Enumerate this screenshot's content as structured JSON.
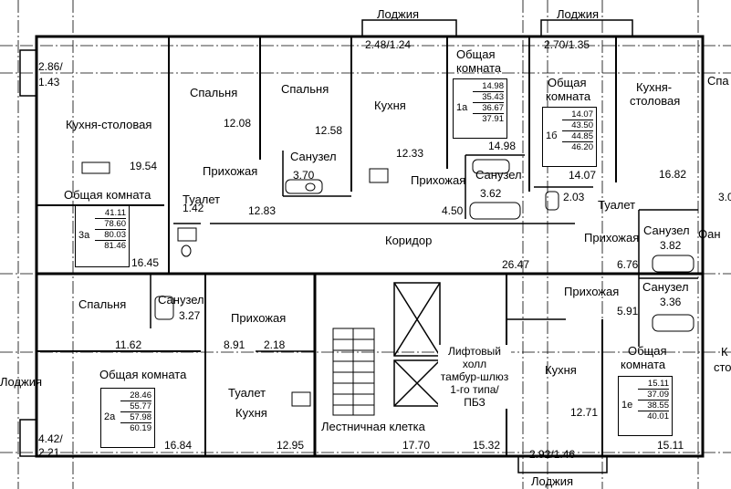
{
  "loggias": {
    "label": "Лоджия",
    "top_left_area": "2.48/1.24",
    "top_right_area": "2.70/1.35",
    "bottom_area": "2.92/1.46",
    "left_top_area_a": "2.86/",
    "left_top_area_b": "1.43",
    "left_bottom_area_a": "4.42/",
    "left_bottom_area_b": "2.21"
  },
  "rooms": {
    "bedroom": "Спальня",
    "kitchen_dining": "Кухня-столовая",
    "kitchen_dining_split_a": "Кухня-",
    "kitchen_dining_split_b": "столовая",
    "kitchen": "Кухня",
    "hall": "Прихожая",
    "bathroom": "Санузел",
    "toilet": "Туалет",
    "living_room": "Общая комната",
    "living_a": "Общая",
    "living_b": "комната",
    "corridor": "Коридор",
    "stair": "Лестничная клетка",
    "lift_lines": [
      "Лифтовый",
      "холл",
      "тамбур-шлюз",
      "1-го типа/",
      "ПБЗ"
    ],
    "edge_spa": "Спа",
    "edge_k": "К",
    "edge_sto": "сто",
    "edge_oan": "Оан"
  },
  "areas": {
    "a1208": "12.08",
    "a1258": "12.58",
    "a1954": "19.54",
    "a370": "3.70",
    "a1233": "12.33",
    "a1498": "14.98",
    "a362": "3.62",
    "a1407": "14.07",
    "a203": "2.03",
    "a1682": "16.82",
    "a1283": "12.83",
    "a450": "4.50",
    "a142": "1.42",
    "a1645": "16.45",
    "a2647": "26.47",
    "a382": "3.82",
    "a676": "6.76",
    "a327": "3.27",
    "a336": "3.36",
    "a591": "5.91",
    "a1162": "11.62",
    "a891": "8.91",
    "a218": "2.18",
    "a1271": "12.71",
    "a1684": "16.84",
    "a1295": "12.95",
    "a1770": "17.70",
    "a1532": "15.32",
    "a1511": "15.11",
    "a30": "3.0"
  },
  "apartments": [
    {
      "code": "1а",
      "values": [
        "14.98",
        "35.43",
        "36.67",
        "37.91"
      ]
    },
    {
      "code": "1б",
      "values": [
        "14.07",
        "43.50",
        "44.85",
        "46.20"
      ]
    },
    {
      "code": "3а",
      "values": [
        "41.11",
        "78.60",
        "80.03",
        "81.46"
      ]
    },
    {
      "code": "2а",
      "values": [
        "28.46",
        "55.77",
        "57.98",
        "60.19"
      ]
    },
    {
      "code": "1е",
      "values": [
        "15.11",
        "37.09",
        "38.55",
        "40.01"
      ]
    }
  ]
}
